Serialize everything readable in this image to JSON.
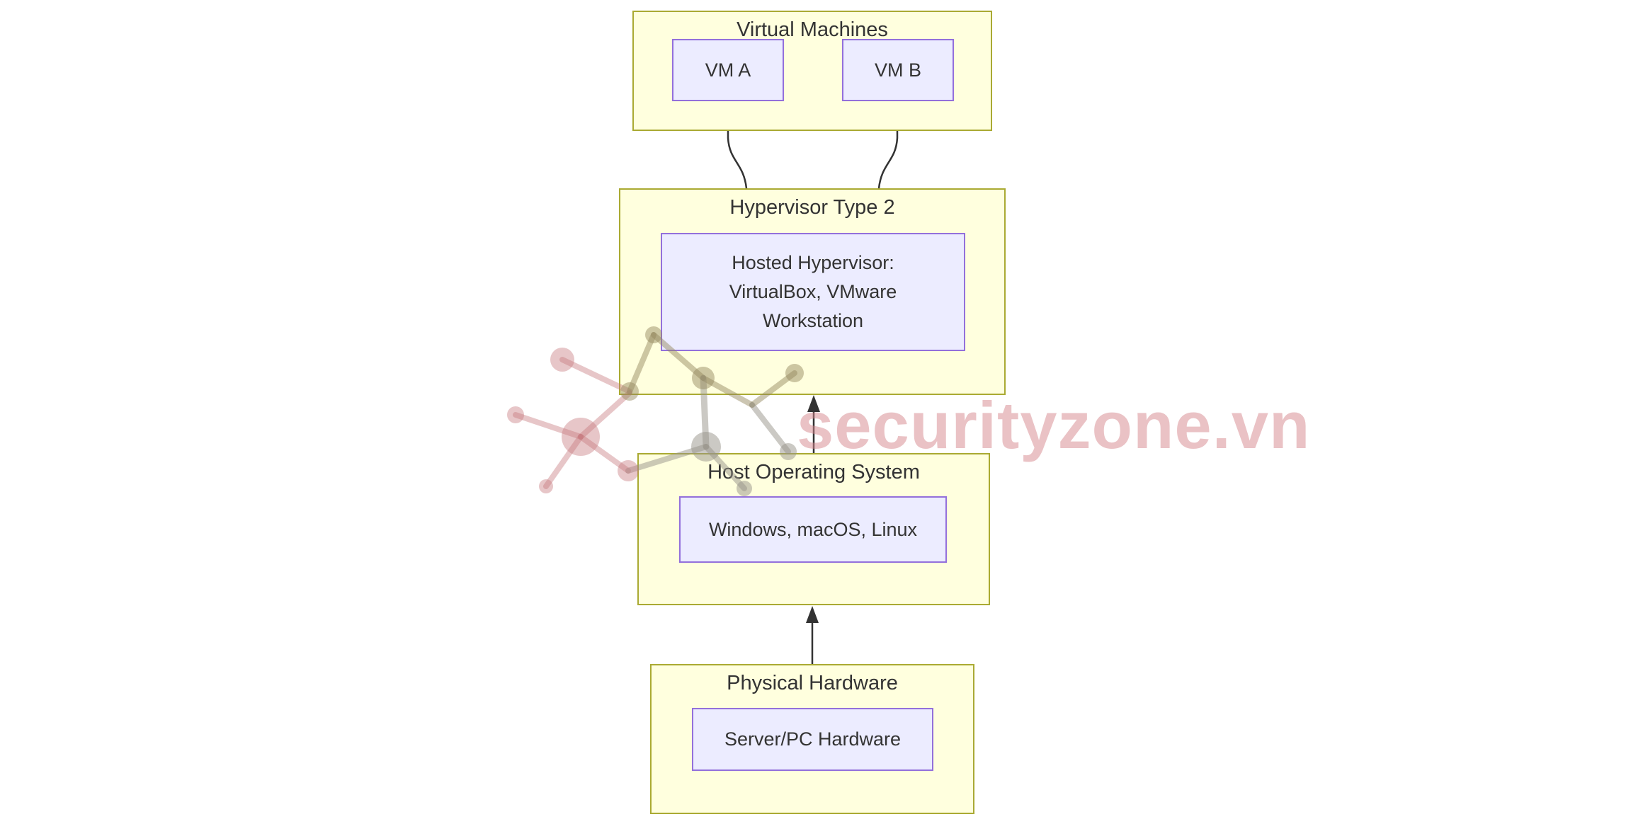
{
  "diagram": {
    "clusters": [
      {
        "id": "virtual-machines",
        "label": "Virtual Machines"
      },
      {
        "id": "hypervisor-type-2",
        "label": "Hypervisor Type 2"
      },
      {
        "id": "host-operating-system",
        "label": "Host Operating System"
      },
      {
        "id": "physical-hardware",
        "label": "Physical Hardware"
      }
    ],
    "nodes": [
      {
        "id": "vm-a",
        "label": "VM A"
      },
      {
        "id": "vm-b",
        "label": "VM B"
      },
      {
        "id": "hosted-hypervisor",
        "lines": [
          "Hosted Hypervisor:",
          "VirtualBox, VMware",
          "Workstation"
        ]
      },
      {
        "id": "host-os",
        "label": "Windows, macOS, Linux"
      },
      {
        "id": "server-pc-hardware",
        "label": "Server/PC Hardware"
      }
    ],
    "edges": [
      {
        "from": "hosted-hypervisor",
        "to": "vm-a"
      },
      {
        "from": "hosted-hypervisor",
        "to": "vm-b"
      },
      {
        "from": "host-os",
        "to": "hosted-hypervisor"
      },
      {
        "from": "server-pc-hardware",
        "to": "host-os"
      }
    ]
  },
  "watermark": {
    "text": "securityzone.vn"
  },
  "colors": {
    "background": "#ffffff",
    "cluster_fill": "#ffffde",
    "cluster_border": "#aaaa33",
    "node_fill": "#ececff",
    "node_border": "#9370db",
    "edge": "#333333",
    "text": "#333333",
    "watermark_pink": "#d8888e",
    "watermark_olive": "#94885e",
    "watermark_gray": "#97938a"
  }
}
